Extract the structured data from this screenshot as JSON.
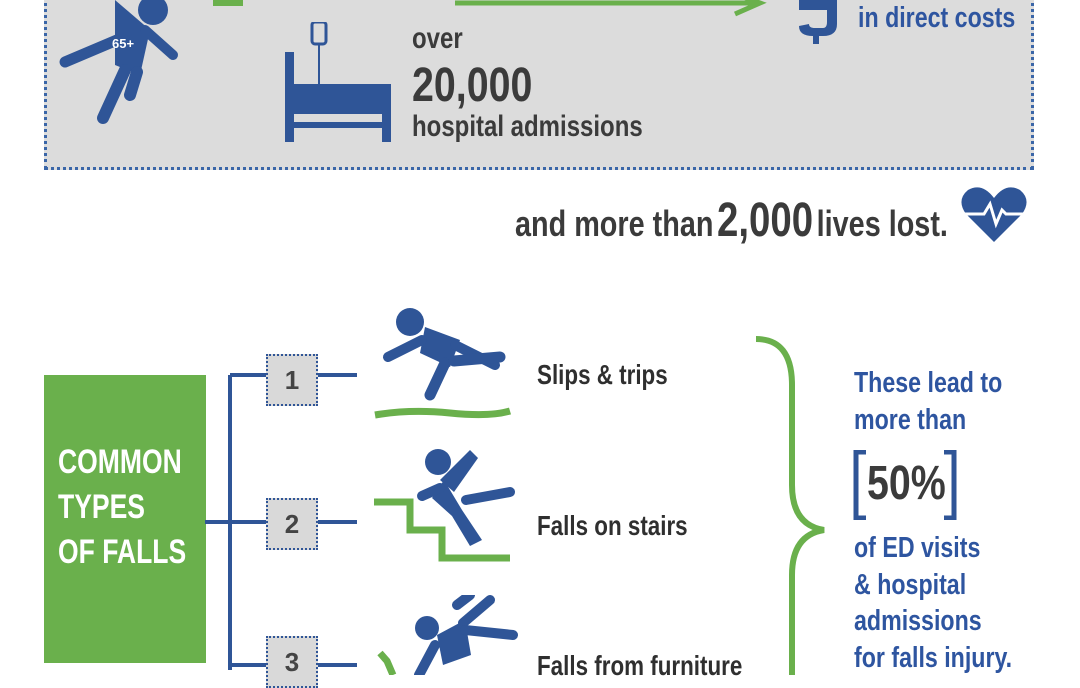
{
  "top_panel": {
    "age_badge": "65+",
    "admissions": {
      "prefix": "over",
      "number": "20,000",
      "label": "hospital admissions"
    },
    "costs": {
      "line": "in direct costs"
    }
  },
  "lives_line": {
    "prefix": "and more than",
    "number": "2,000",
    "suffix": "lives lost."
  },
  "common_types": {
    "title_lines": [
      "COMMON",
      "TYPES",
      "OF FALLS"
    ],
    "items": [
      {
        "number": "1",
        "label": "Slips & trips"
      },
      {
        "number": "2",
        "label": "Falls on stairs"
      },
      {
        "number": "3",
        "label": "Falls from furniture"
      }
    ]
  },
  "summary": {
    "line1": "These lead to",
    "line2": "more than",
    "percent": "50%",
    "line3": "of ED visits",
    "line4": "& hospital",
    "line5": "admissions",
    "line6": "for falls injury."
  },
  "colors": {
    "blue": "#2f5597",
    "green": "#6ab04c",
    "gray_panel": "#dcdcdc",
    "dark_text": "#3b3b3b"
  },
  "icons": [
    "falling-person-icon",
    "hospital-bed-icon",
    "dollar-icon",
    "heart-pulse-icon",
    "slip-icon",
    "stairs-fall-icon",
    "furniture-fall-icon"
  ]
}
